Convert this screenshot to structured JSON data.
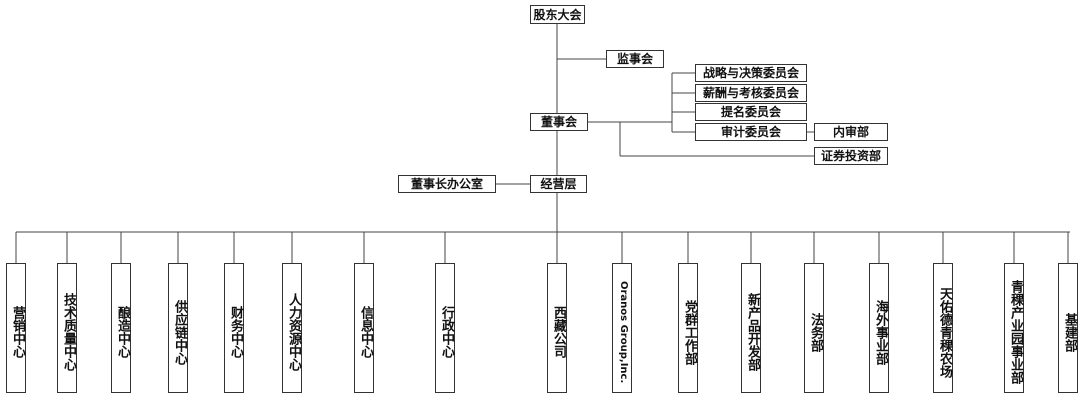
{
  "org": {
    "shareholders": "股东大会",
    "supervisors": "监事会",
    "board": "董事会",
    "committees": [
      "战略与决策委员会",
      "薪酬与考核委员会",
      "提名委员会",
      "审计委员会"
    ],
    "internal_audit": "内审部",
    "securities": "证券投资部",
    "chairman_office": "董事长办公室",
    "management": "经营层",
    "departments": [
      "营销中心",
      "技术质量中心",
      "酿造中心",
      "供应链中心",
      "财务中心",
      "人力资源中心",
      "信息中心",
      "行政中心",
      "西藏公司",
      "Oranos Group,Inc.",
      "党群工作部",
      "新产品开发部",
      "法务部",
      "海外事业部",
      "天佑德青稞农场",
      "青稞产业园事业部",
      "基建部"
    ]
  }
}
